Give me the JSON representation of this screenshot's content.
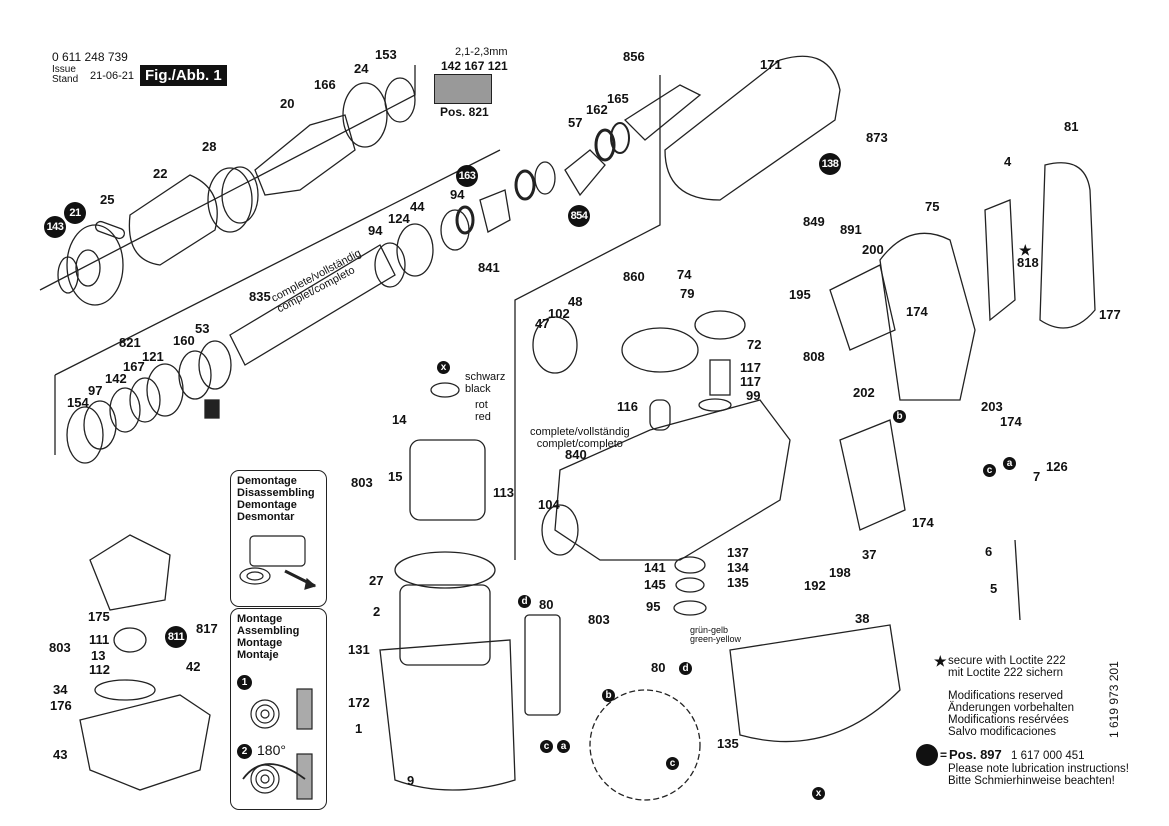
{
  "header": {
    "part_number": "0 611 248 739",
    "issue_label": "Issue",
    "stand_label": "Stand",
    "issue_date": "21-06-21",
    "figure_label": "Fig./Abb. 1"
  },
  "inset_pos821": {
    "dimension": "2,1-2,3mm",
    "parts": "142 167 121",
    "caption": "Pos. 821"
  },
  "assembly_notes": {
    "complete_text_1": "complete/vollständig",
    "complete_text_2": "complet/completo",
    "schwarz": "schwarz",
    "black": "black",
    "rot": "rot",
    "red": "red",
    "gruen_gelb": "grün-gelb",
    "green_yellow": "green-yellow",
    "degree": "180°"
  },
  "demontage_box": {
    "lines": [
      "Demontage",
      "Disassembling",
      "Demontage",
      "Desmontar"
    ]
  },
  "montage_box": {
    "lines": [
      "Montage",
      "Assembling",
      "Montage",
      "Montaje"
    ],
    "step1": "1",
    "step2": "2"
  },
  "part_labels": {
    "p153": "153",
    "p24": "24",
    "p166": "166",
    "p20": "20",
    "p28": "28",
    "p22": "22",
    "p25": "25",
    "p21": "21",
    "p143": "143",
    "p856": "856",
    "p165": "165",
    "p162": "162",
    "p57": "57",
    "p163": "163",
    "p854": "854",
    "p841": "841",
    "p94a": "94",
    "p44": "44",
    "p124": "124",
    "p94b": "94",
    "p835": "835",
    "p821": "821",
    "p121": "121",
    "p167": "167",
    "p142": "142",
    "p97": "97",
    "p154": "154",
    "p160": "160",
    "p53": "53",
    "p171": "171",
    "p873": "873",
    "p138": "138",
    "p849": "849",
    "p81": "81",
    "p4": "4",
    "p818": "818",
    "p75": "75",
    "p891": "891",
    "p200": "200",
    "p195": "195",
    "p174a": "174",
    "p177": "177",
    "p808": "808",
    "p202": "202",
    "p203": "203",
    "p174b": "174",
    "p74": "74",
    "p79": "79",
    "p860": "860",
    "p48": "48",
    "p102": "102",
    "p47": "47",
    "p72": "72",
    "p117a": "117",
    "p117b": "117",
    "p99": "99",
    "p116": "116",
    "p840": "840",
    "p104": "104",
    "p141": "141",
    "p145": "145",
    "p95": "95",
    "p803a": "803",
    "p137": "137",
    "p134": "134",
    "p135a": "135",
    "p14": "14",
    "p803b": "803",
    "p15": "15",
    "p113": "113",
    "p27": "27",
    "p2": "2",
    "p131": "131",
    "p172": "172",
    "p1": "1",
    "p9": "9",
    "p80a": "80",
    "p80b": "80",
    "p135b": "135",
    "p175": "175",
    "p111": "111",
    "p803c": "803",
    "p13": "13",
    "p112": "112",
    "p811": "811",
    "p817": "817",
    "p42": "42",
    "p34": "34",
    "p176": "176",
    "p43": "43",
    "p174c": "174",
    "p37": "37",
    "p198": "198",
    "p192": "192",
    "p126": "126",
    "p7": "7",
    "p6": "6",
    "p5": "5",
    "p38": "38"
  },
  "wire_markers": {
    "a": "a",
    "b": "b",
    "c": "c",
    "d": "d",
    "x": "x"
  },
  "legend": {
    "star_line1": "secure with Loctite 222",
    "star_line2": "mit Loctite 222 sichern",
    "mod_lines": [
      "Modifications reserved",
      "Änderungen vorbehalten",
      "Modifications resérvées",
      "Salvo modificaciones"
    ],
    "lube_pos": "Pos. 897",
    "lube_part": "1 617 000 451",
    "lube_line1": "Please note lubrication instructions!",
    "lube_line2": "Bitte Schmierhinweise beachten!"
  },
  "document_number": "1 619 973 201"
}
